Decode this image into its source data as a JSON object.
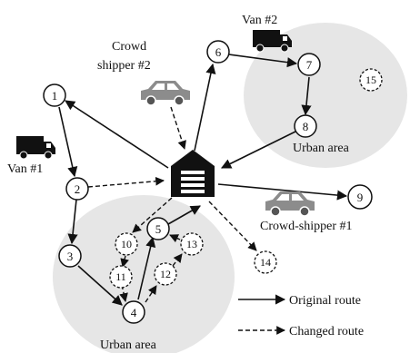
{
  "vehicles": {
    "van1": "Van #1",
    "van2": "Van #2",
    "crowd2": [
      "Crowd",
      "shipper #2"
    ],
    "crowd1": "Crowd-shipper #1"
  },
  "areas": {
    "right": "Urban area",
    "bottom": "Urban area"
  },
  "nodes": {
    "n1": "1",
    "n2": "2",
    "n3": "3",
    "n4": "4",
    "n5": "5",
    "n6": "6",
    "n7": "7",
    "n8": "8",
    "n9": "9",
    "n10": "10",
    "n11": "11",
    "n12": "12",
    "n13": "13",
    "n14": "14",
    "n15": "15"
  },
  "legend": {
    "original": "Original route",
    "changed": "Changed route"
  },
  "colors": {
    "area_fill": "#e6e6e6",
    "ink": "#111111",
    "vehicle_gray": "#8c8c8c"
  }
}
